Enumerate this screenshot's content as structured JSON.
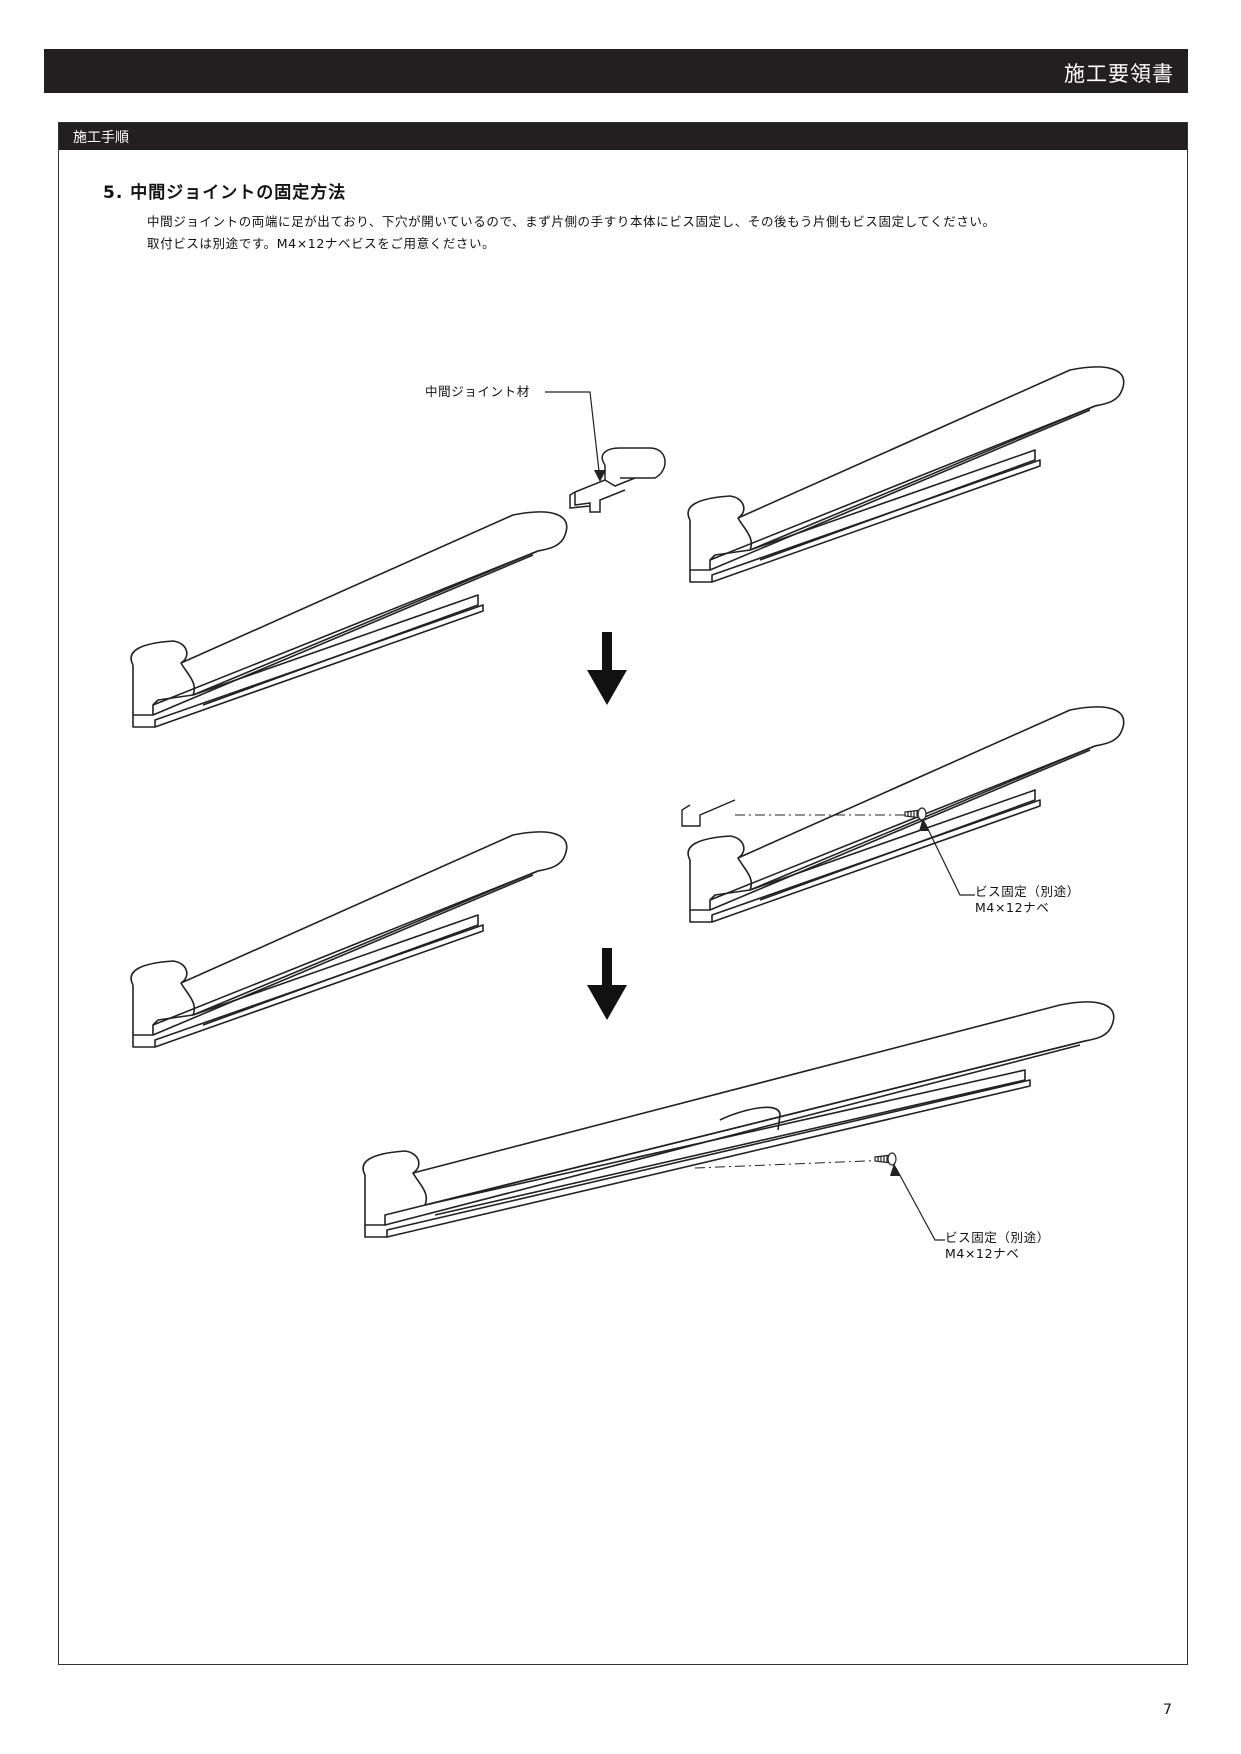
{
  "header": {
    "title": "施工要領書"
  },
  "section": {
    "label": "施工手順"
  },
  "step": {
    "heading": "5. 中間ジョイントの固定方法",
    "description_line1": "中間ジョイントの両端に足が出ており、下穴が開いているので、まず片側の手すり本体にビス固定し、その後もう片側もビス固定してください。",
    "description_line2": "取付ビスは別途です。M4×12ナベビスをご用意ください。"
  },
  "callouts": {
    "joint_label": "中間ジョイント材",
    "screw1_line1": "ビス固定（別途）",
    "screw1_line2": "M4×12ナベ",
    "screw2_line1": "ビス固定（別途）",
    "screw2_line2": "M4×12ナベ"
  },
  "icons": {
    "step_arrow": "down-arrow-icon",
    "screw": "screw-icon"
  },
  "page": {
    "number": "7"
  }
}
